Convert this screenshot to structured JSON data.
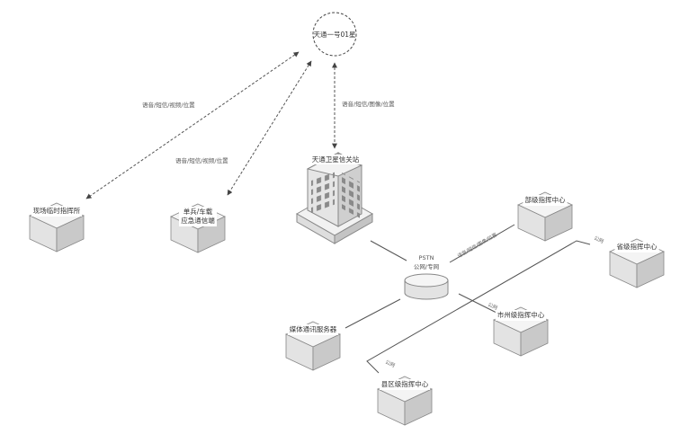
{
  "nodes": {
    "satellite": "天通一号01星",
    "gateway": "天通卫星信关站",
    "field_post": "现场临时指挥所",
    "single_terminal_line1": "单兵/车载",
    "single_terminal_line2": "应急通信端",
    "pstn_line1": "PSTN",
    "pstn_line2": "公网/专网",
    "ministry": "部级指挥中心",
    "province": "省级指挥中心",
    "city": "市州级指挥中心",
    "county": "县区级指挥中心",
    "media_server": "媒体通讯服务器"
  },
  "edges": {
    "field_link": "语音/短信/视频/位置",
    "single_link": "语音/短信/视频/位置",
    "gateway_link": "语音/短信/图像/位置",
    "pstn_ministry": "语音/短信/图像/位置",
    "public_province": "公网",
    "public_county": "公网",
    "public_city": "公网"
  },
  "colors": {
    "line": "#555555",
    "box_top": "#f4f4f4",
    "box_left": "#e3e3e3",
    "box_right": "#c9c9c9",
    "box_edge": "#888888"
  }
}
